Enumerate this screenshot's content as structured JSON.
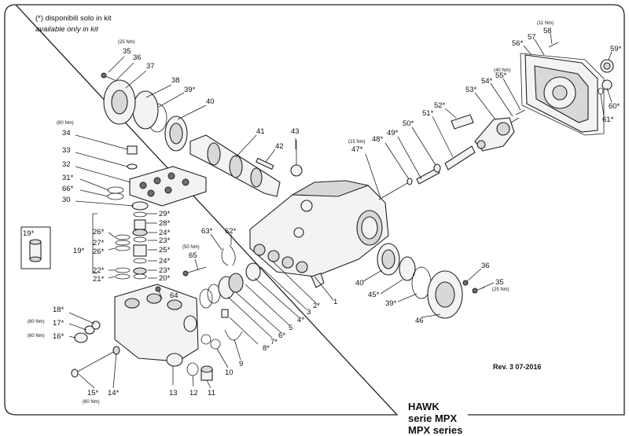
{
  "notes": {
    "kit_it": "(*) disponibili solo in kit",
    "kit_en": "available only in kit"
  },
  "revision": "Rev. 3 07-2016",
  "title": {
    "line1": "HAWK",
    "line2": "serie MPX",
    "line3": "MPX series"
  },
  "torques": {
    "t58": "(11 Nm)",
    "t35_top": "(25 Nm)",
    "t34": "(60 Nm)",
    "t55": "(40 Nm)",
    "t47": "(15 Nm)",
    "t65": "(50 Nm)",
    "t17": "(80 Nm)",
    "t16": "(60 Nm)",
    "t15": "(60 Nm)",
    "t35_bottom": "(25 Nm)"
  },
  "callouts": {
    "c1": "1",
    "c2": "2*",
    "c3": "3",
    "c4": "4*",
    "c5": "5",
    "c6": "6*",
    "c7": "7*",
    "c8": "8*",
    "c9": "9",
    "c10": "10",
    "c11": "11",
    "c12": "12",
    "c13": "13",
    "c14": "14*",
    "c15": "15*",
    "c16": "16*",
    "c17": "17*",
    "c18": "18*",
    "c19": "19*",
    "c19b": "19*",
    "c20": "20*",
    "c21": "21*",
    "c22": "22*",
    "c23a": "23*",
    "c23b": "23*",
    "c24a": "24*",
    "c24b": "24*",
    "c25": "25*",
    "c26a": "26*",
    "c26b": "26*",
    "c27": "27*",
    "c28": "28*",
    "c29": "29*",
    "c30": "30",
    "c31": "31*",
    "c32": "32",
    "c33": "33",
    "c34": "34",
    "c35a": "35",
    "c35b": "35",
    "c36a": "36",
    "c36b": "36",
    "c37": "37",
    "c38": "38",
    "c39a": "39*",
    "c39b": "39*",
    "c40a": "40",
    "c40b": "40",
    "c41": "41",
    "c42": "42",
    "c43": "43",
    "c45": "45*",
    "c46": "46",
    "c47": "47*",
    "c48": "48*",
    "c49": "49*",
    "c50": "50*",
    "c51": "51*",
    "c52": "52*",
    "c53": "53*",
    "c54": "54*",
    "c55": "55*",
    "c56": "56*",
    "c57": "57",
    "c58": "58",
    "c59": "59*",
    "c60": "60*",
    "c61": "61*",
    "c62": "62*",
    "c63": "63*",
    "c64": "64",
    "c65": "65",
    "c66": "66*"
  }
}
